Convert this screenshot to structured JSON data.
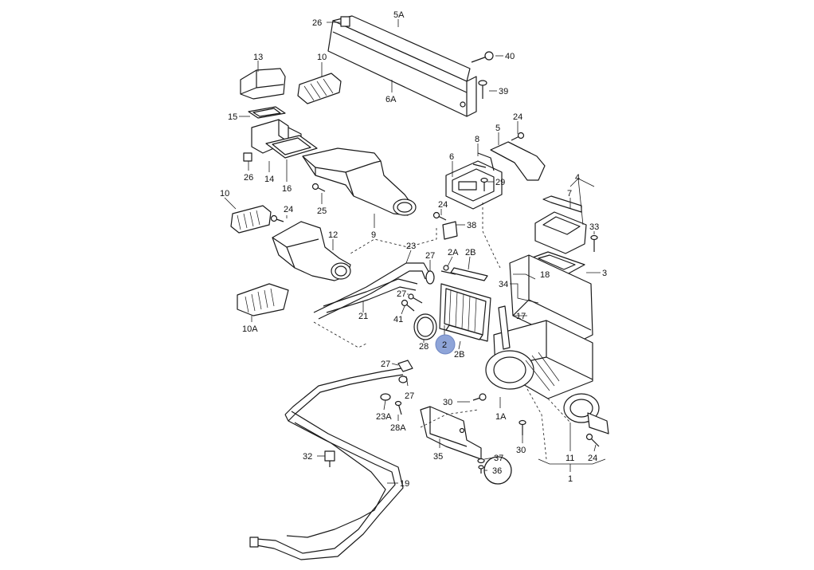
{
  "colors": {
    "line": "#1a1a1a",
    "highlight_fill": "#8ea4d8",
    "highlight_stroke": "#6f86c2",
    "background": "#ffffff"
  },
  "labels": {
    "l26a": "26",
    "l5a": "5A",
    "l40": "40",
    "l13": "13",
    "l10a": "10",
    "l39": "39",
    "l6a": "6A",
    "l15": "15",
    "l24a": "24",
    "l5": "5",
    "l8": "8",
    "l6": "6",
    "l29": "29",
    "l26b": "26",
    "l14": "14",
    "l16": "16",
    "l25": "25",
    "l4": "4",
    "l7": "7",
    "l10b": "10",
    "l24b": "24",
    "l24c": "24",
    "l38": "38",
    "l9": "9",
    "l33": "33",
    "l12": "12",
    "l23": "23",
    "l27a": "27",
    "l2a": "2A",
    "l2b1": "2B",
    "l3": "3",
    "l18": "18",
    "l34": "34",
    "l27b": "27",
    "l10A": "10A",
    "l21": "21",
    "l41": "41",
    "l17": "17",
    "l28": "28",
    "l2": "2",
    "l2b2": "2B",
    "l27c": "27",
    "l27d": "27",
    "l30a": "30",
    "l23A": "23A",
    "l1A": "1A",
    "l28A": "28A",
    "l30b": "30",
    "l11": "11",
    "l24d": "24",
    "l32": "32",
    "l35": "35",
    "l37": "37",
    "l36": "36",
    "l1": "1",
    "l19": "19"
  }
}
